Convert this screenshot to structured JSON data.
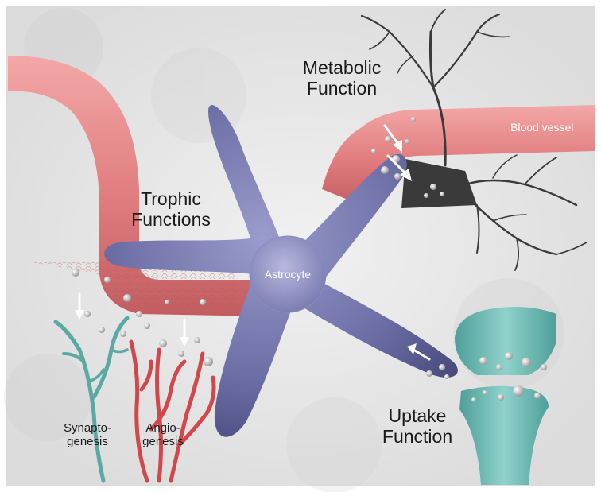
{
  "labels": {
    "metabolic": [
      "Metabolic",
      "Function"
    ],
    "trophic": [
      "Trophic",
      "Functions"
    ],
    "uptake": [
      "Uptake",
      "Function"
    ],
    "blood_vessel": "Blood vessel",
    "astrocyte": "Astrocyte",
    "synaptogenesis": [
      "Synapto-",
      "genesis"
    ],
    "angiogenesis": [
      "Angio-",
      "genesis"
    ]
  },
  "colors": {
    "vessel": "#e07c7e",
    "astrocyte": "#6c6ea6",
    "synapse": "#6fbcb6",
    "neuron": "#3a3a3a",
    "angio": "#d2474c"
  }
}
